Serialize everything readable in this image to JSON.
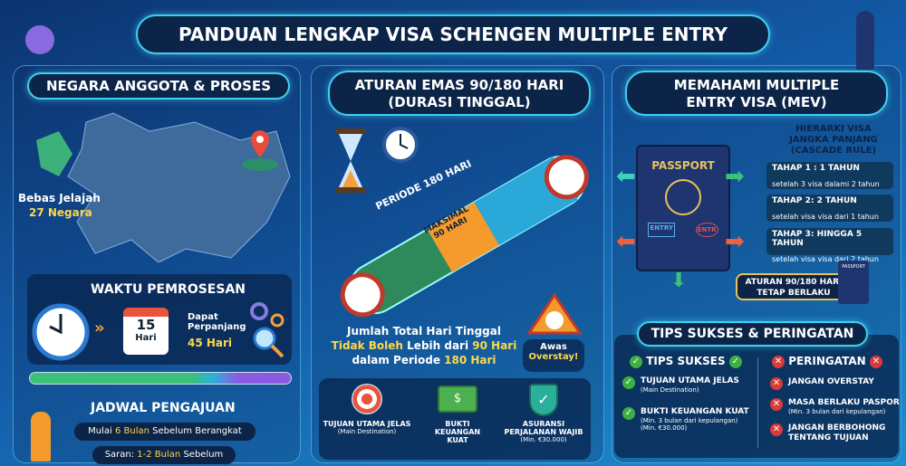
{
  "title": "PANDUAN LENGKAP VISA SCHENGEN MULTIPLE ENTRY",
  "left": {
    "heading": "NEGARA ANGGOTA & PROSES",
    "roam_label": "Bebas Jelajah",
    "roam_count": "27 Negara",
    "processing": {
      "heading": "WAKTU PEMROSESAN",
      "days_number": "15",
      "days_unit": "Hari",
      "extend_label": "Dapat Perpanjang",
      "extend_value": "45 Hari"
    },
    "schedule": {
      "heading": "JADWAL PENGAJUAN",
      "line1_pre": "Mulai ",
      "line1_hl": "6 Bulan",
      "line1_post": " Sebelum Berangkat",
      "line2_pre": "Saran: ",
      "line2_hl": "1-2 Bulan",
      "line2_post": " Sebelum"
    }
  },
  "middle": {
    "heading_line1": "ATURAN EMAS 90/180 HARI",
    "heading_line2": "(DURASI TINGGAL)",
    "period_label": "PERIODE 180 HARI",
    "max_label_line1": "MAKSIMAL",
    "max_label_line2": "90 HARI",
    "rule_line1": "Jumlah Total Hari Tinggal",
    "rule_line2_hl1": "Tidak Boleh",
    "rule_line2_mid": " Lebih dari ",
    "rule_line2_hl2": "90 Hari",
    "rule_line3_pre": "dalam Periode ",
    "rule_line3_hl": "180 Hari",
    "warning_line1": "Awas",
    "warning_line2": "Overstay!",
    "requirements": [
      {
        "icon": "target-icon",
        "title": "TUJUAN UTAMA JELAS",
        "sub": "(Main Destination)"
      },
      {
        "icon": "money-icon",
        "title": "BUKTI KEUANGAN KUAT",
        "sub": ""
      },
      {
        "icon": "shield-icon",
        "title": "ASURANSI PERJALANAN WAJIB",
        "sub": "(Min. €30.000)"
      }
    ]
  },
  "right": {
    "heading_line1": "MEMAHAMI MULTIPLE",
    "heading_line2": "ENTRY VISA (MEV)",
    "passport_label": "PASSPORT",
    "stamp1": "ENTRY",
    "stamp2": "ENTR",
    "hierarchy_title": [
      "HIERARKI VISA",
      "JANGKA PANJANG",
      "(CASCADE RULE)"
    ],
    "tiers": [
      {
        "title": "TAHAP 1 : 1 TAHUN",
        "desc": "setelah 3 visa dalami 2 tahun"
      },
      {
        "title": "TAHAP 2: 2 TAHUN",
        "desc": "setelah visa visa dari 1 tahun"
      },
      {
        "title": "TAHAP 3: HINGGA 5 TAHUN",
        "desc": "setelah visa visa dari 2 tahun"
      }
    ],
    "rule_note_line1": "ATURAN 90/180 HARI",
    "rule_note_line2": "TETAP BERLAKU",
    "tips_heading": "TIPS SUKSES & PERINGATAN",
    "tips": {
      "heading": "TIPS SUKSES",
      "items": [
        {
          "title": "TUJUAN UTAMA JELAS",
          "sub": "(Main Destination)"
        },
        {
          "title": "BUKTI KEUANGAN KUAT",
          "sub": "(Min. 3 bulan dari kepulangan)",
          "sub2": "(Min. €30.000)"
        }
      ]
    },
    "warnings": {
      "heading": "PERINGATAN",
      "items": [
        {
          "title": "JANGAN OVERSTAY",
          "sub": ""
        },
        {
          "title": "MASA BERLAKU PASPOR",
          "sub": "(Min. 3 bulan dari kepulangan)"
        },
        {
          "title": "JANGAN BERBOHONG TENTANG TUJUAN",
          "sub": ""
        }
      ]
    }
  },
  "colors": {
    "accent": "#3fd0f0",
    "highlight": "#ffd84a",
    "navy": "#0b2447",
    "ok": "#3cb043",
    "danger": "#d93a3a"
  }
}
